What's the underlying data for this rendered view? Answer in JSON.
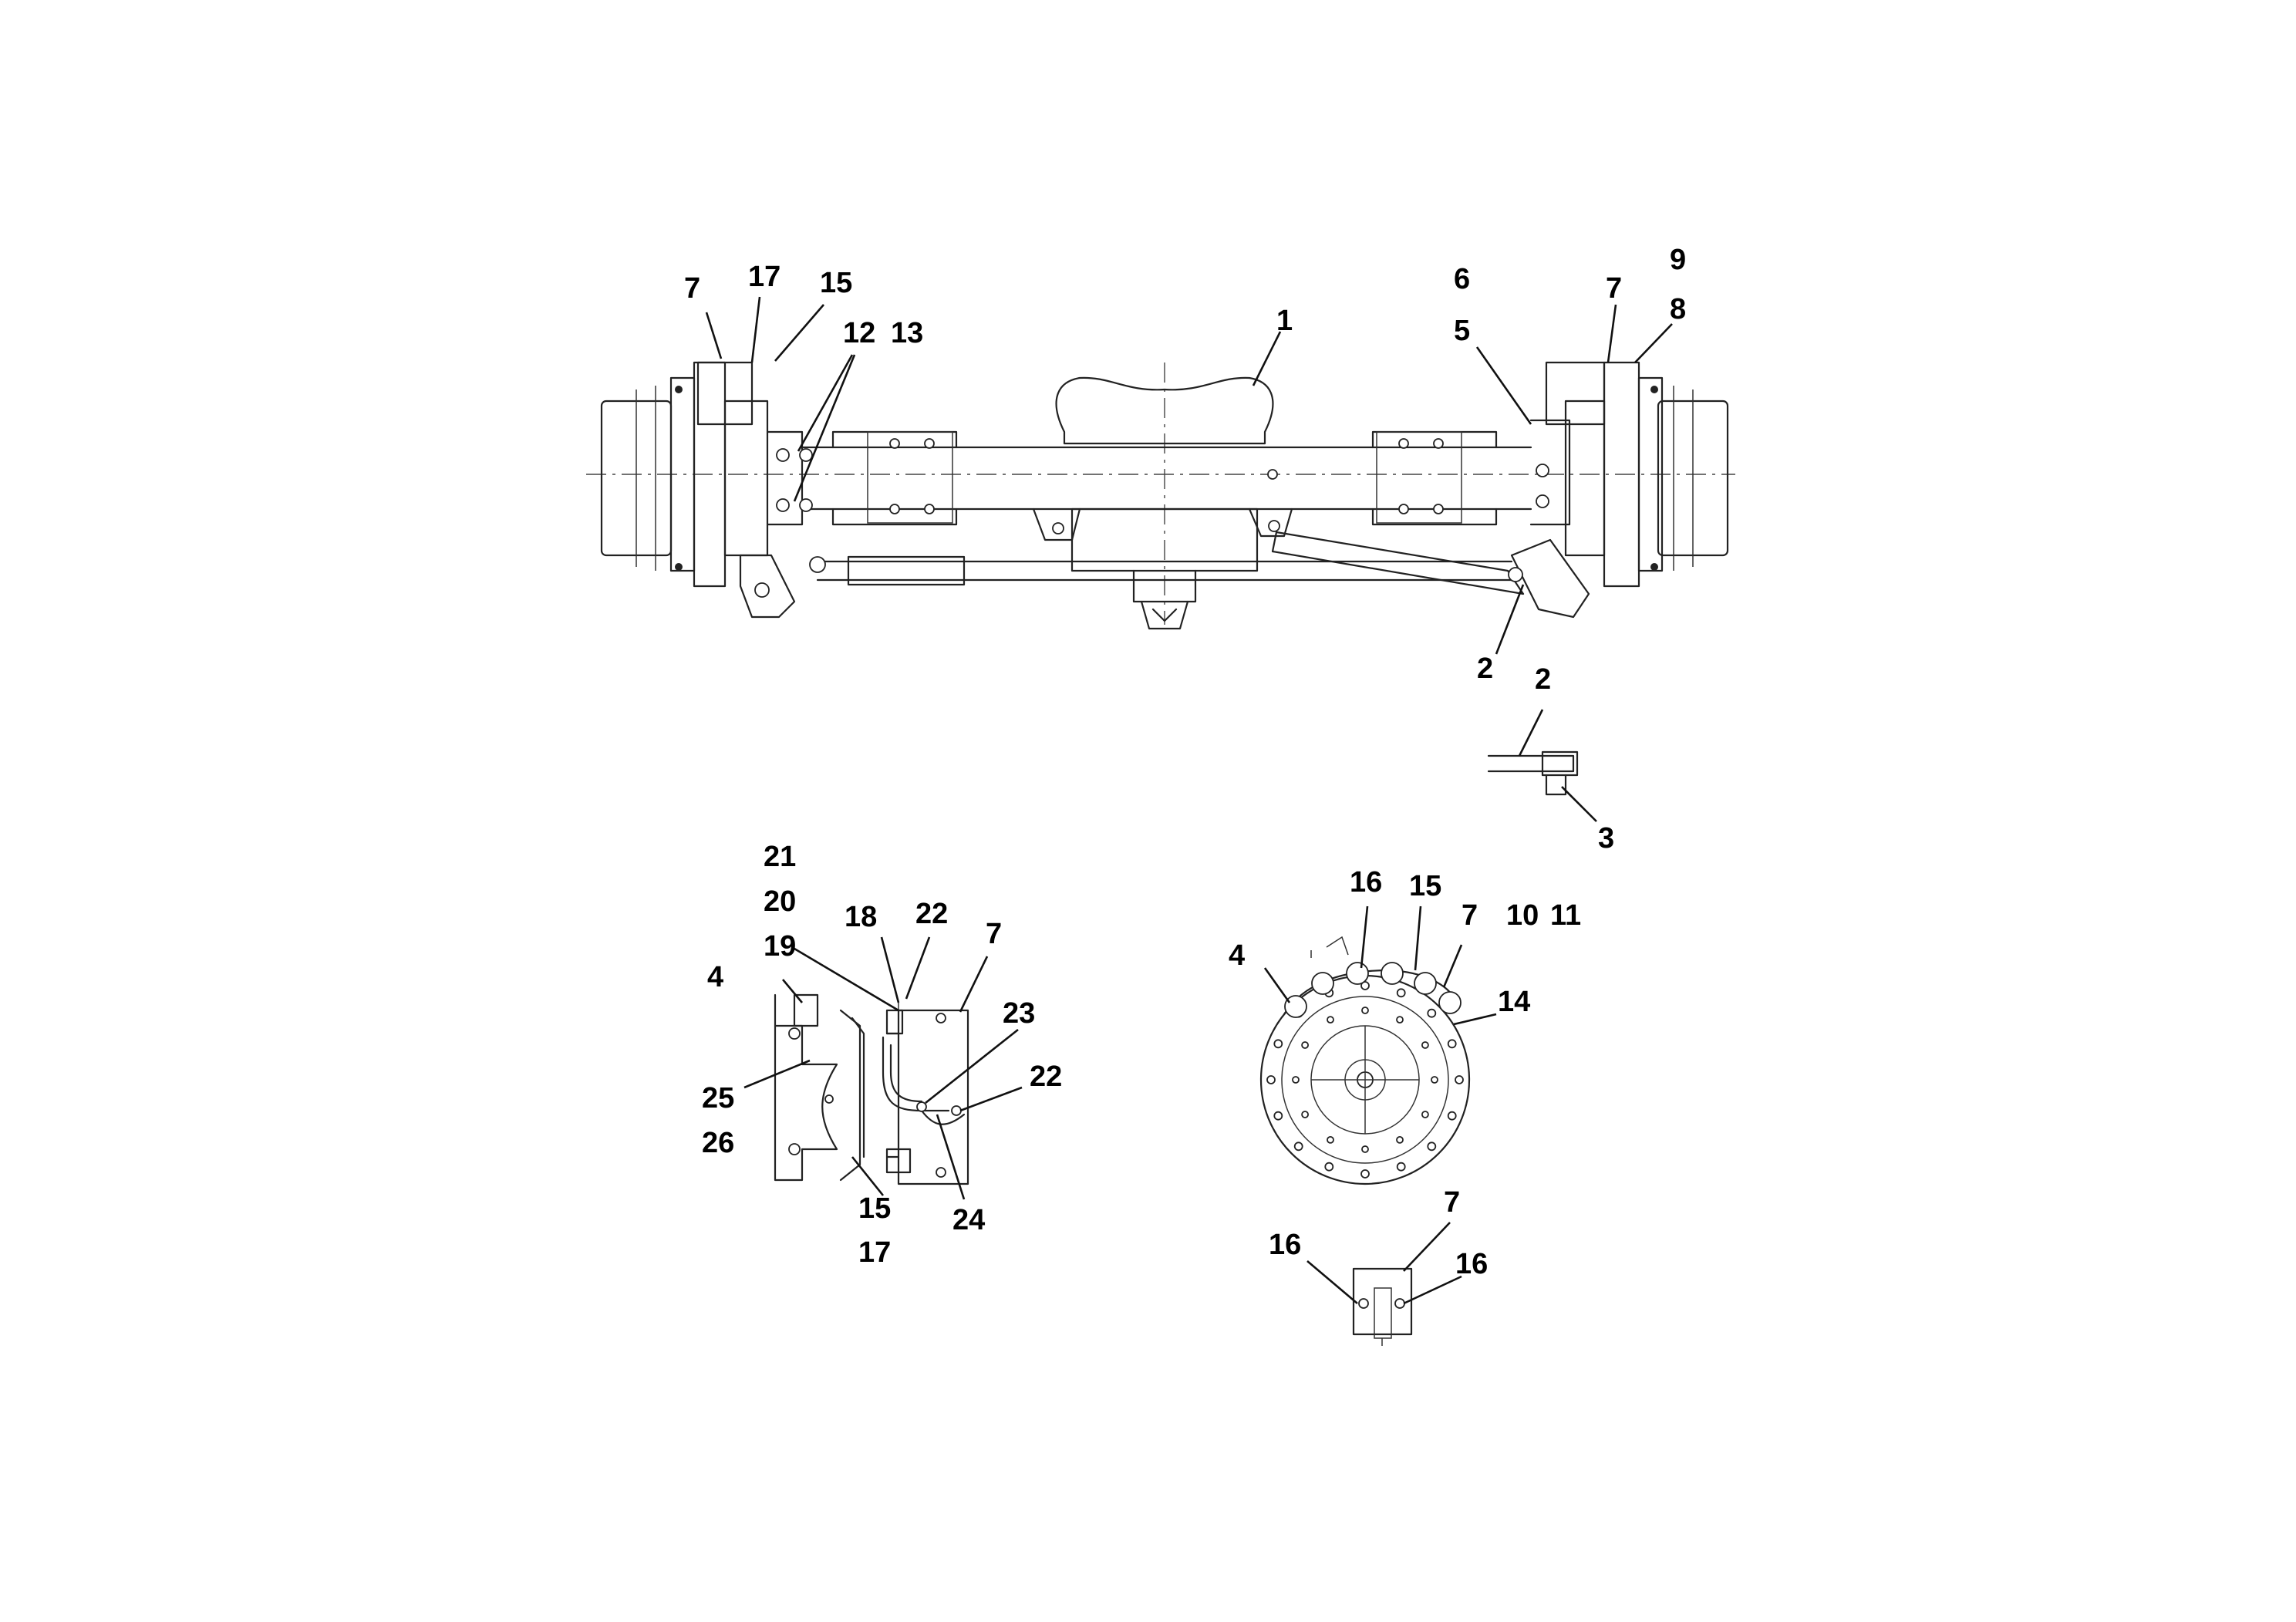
{
  "figure": {
    "main_axis_view": {
      "callouts": [
        "7",
        "17",
        "15",
        "12",
        "13",
        "1",
        "6",
        "5",
        "7",
        "9",
        "8",
        "2"
      ]
    },
    "detail_plug": {
      "callouts": [
        "2",
        "3"
      ]
    },
    "detail_caliper_side": {
      "callouts": [
        "21",
        "20",
        "18",
        "22",
        "7",
        "19",
        "4",
        "23",
        "22",
        "25",
        "26",
        "15",
        "24",
        "17"
      ]
    },
    "detail_wheel_end": {
      "callouts": [
        "16",
        "15",
        "7",
        "10",
        "11",
        "4",
        "14"
      ]
    },
    "detail_bracket": {
      "callouts": [
        "7",
        "16",
        "16"
      ]
    }
  }
}
